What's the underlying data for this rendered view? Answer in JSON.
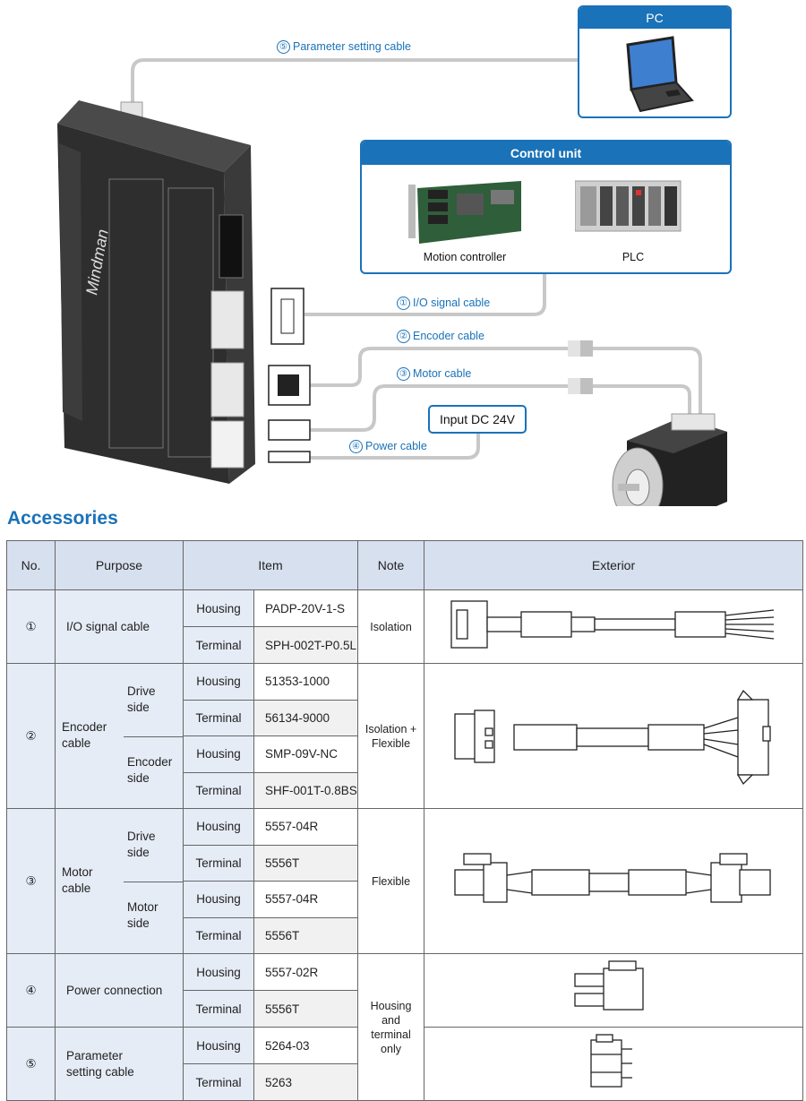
{
  "diagram": {
    "pc": {
      "title": "PC",
      "icon": "laptop-icon"
    },
    "control_unit": {
      "title": "Control unit",
      "items": [
        {
          "label": "Motion controller",
          "icon": "circuit-board-icon"
        },
        {
          "label": "PLC",
          "icon": "plc-rack-icon"
        }
      ]
    },
    "cables": [
      {
        "num": "①",
        "label": "I/O signal cable"
      },
      {
        "num": "②",
        "label": "Encoder cable"
      },
      {
        "num": "③",
        "label": "Motor cable"
      },
      {
        "num": "④",
        "label": "Power cable"
      },
      {
        "num": "⑤",
        "label": "Parameter setting cable"
      }
    ],
    "power_input": "Input DC 24V",
    "drive_brand": "Mindman"
  },
  "accessories": {
    "heading": "Accessories",
    "headers": {
      "no": "No.",
      "purpose": "Purpose",
      "item": "Item",
      "note": "Note",
      "exterior": "Exterior"
    },
    "rows": [
      {
        "no": "①",
        "purpose": "I/O signal cable",
        "note": "Isolation",
        "items": [
          {
            "type": "Housing",
            "part": "PADP-20V-1-S"
          },
          {
            "type": "Terminal",
            "part": "SPH-002T-P0.5L"
          }
        ]
      },
      {
        "no": "②",
        "purpose": "Encoder cable",
        "note": "Isolation + Flexible",
        "sides": [
          {
            "side": "Drive side",
            "items": [
              {
                "type": "Housing",
                "part": "51353-1000"
              },
              {
                "type": "Terminal",
                "part": "56134-9000"
              }
            ]
          },
          {
            "side": "Encoder side",
            "items": [
              {
                "type": "Housing",
                "part": "SMP-09V-NC"
              },
              {
                "type": "Terminal",
                "part": "SHF-001T-0.8BS"
              }
            ]
          }
        ]
      },
      {
        "no": "③",
        "purpose": "Motor cable",
        "note": "Flexible",
        "sides": [
          {
            "side": "Drive side",
            "items": [
              {
                "type": "Housing",
                "part": "5557-04R"
              },
              {
                "type": "Terminal",
                "part": "5556T"
              }
            ]
          },
          {
            "side": "Motor side",
            "items": [
              {
                "type": "Housing",
                "part": "5557-04R"
              },
              {
                "type": "Terminal",
                "part": "5556T"
              }
            ]
          }
        ]
      },
      {
        "no": "④",
        "purpose": "Power connection",
        "note": "Housing and terminal only",
        "items": [
          {
            "type": "Housing",
            "part": "5557-02R"
          },
          {
            "type": "Terminal",
            "part": "5556T"
          }
        ]
      },
      {
        "no": "⑤",
        "purpose": "Parameter setting cable",
        "items": [
          {
            "type": "Housing",
            "part": "5264-03"
          },
          {
            "type": "Terminal",
            "part": "5263"
          }
        ]
      }
    ]
  }
}
